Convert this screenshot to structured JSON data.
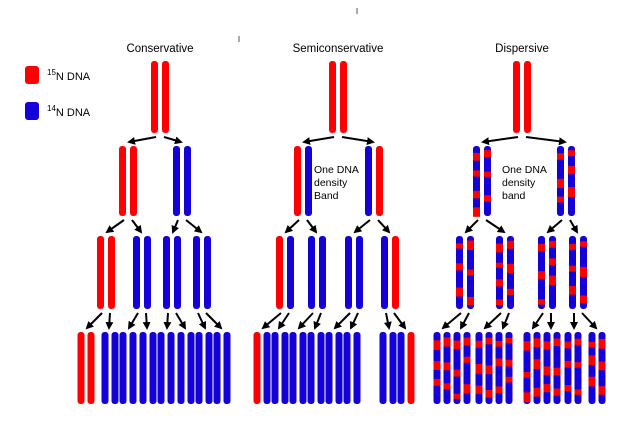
{
  "columns": [
    {
      "key": "conservative",
      "title": "Conservative"
    },
    {
      "key": "semiconservative",
      "title": "Semiconservative",
      "note": [
        "One DNA",
        "density",
        "Band"
      ]
    },
    {
      "key": "dispersive",
      "title": "Dispersive",
      "note": [
        "One DNA",
        "density",
        "band"
      ]
    }
  ],
  "legend": [
    {
      "key": "heavy",
      "sup": "15",
      "label": "N DNA",
      "color": "#ff0000"
    },
    {
      "key": "light",
      "sup": "14",
      "label": "N DNA",
      "color": "#1400d8"
    }
  ],
  "colors": {
    "heavy": "#ff0000",
    "light": "#1400d8",
    "arrow": "#000000"
  }
}
